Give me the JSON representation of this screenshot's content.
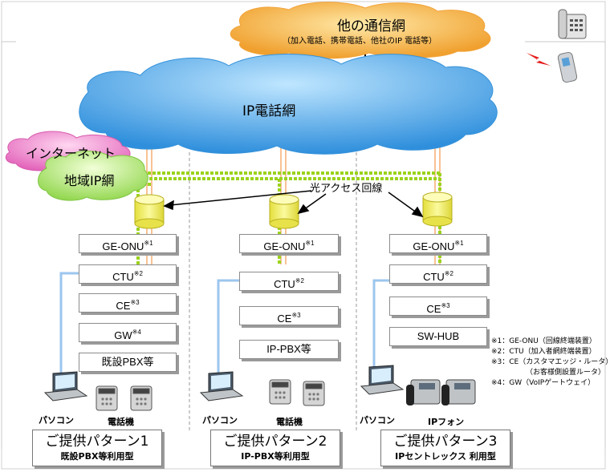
{
  "clouds": {
    "other_network_title": "他の通信網",
    "other_network_sub": "（加入電話、携帯電話、他社のIP 電話等）",
    "ip_phone_network": "IP電話網",
    "internet": "インターネット",
    "regional_ip": "地域IP網"
  },
  "optical_access_label": "光アクセス回線",
  "columns": [
    {
      "boxes": [
        {
          "text": "GE-ONU",
          "sup": "※1"
        },
        {
          "text": "CTU",
          "sup": "※2"
        },
        {
          "text": "CE",
          "sup": "※3"
        },
        {
          "text": "GW",
          "sup": "※4"
        },
        {
          "text": "既設PBX等",
          "sup": ""
        }
      ],
      "pc_label": "パソコン",
      "phone_label": "電話機",
      "pattern_title": "ご提供パターン1",
      "pattern_sub": "既設PBX等利用型"
    },
    {
      "boxes": [
        {
          "text": "GE-ONU",
          "sup": "※1"
        },
        {
          "text": "CTU",
          "sup": "※2"
        },
        {
          "text": "CE",
          "sup": "※3"
        },
        {
          "text": "IP-PBX等",
          "sup": ""
        }
      ],
      "pc_label": "パソコン",
      "phone_label": "電話機",
      "pattern_title": "ご提供パターン2",
      "pattern_sub": "IP-PBX等利用型"
    },
    {
      "boxes": [
        {
          "text": "GE-ONU",
          "sup": "※1"
        },
        {
          "text": "CTU",
          "sup": "※2"
        },
        {
          "text": "CE",
          "sup": "※3"
        },
        {
          "text": "SW-HUB",
          "sup": ""
        }
      ],
      "pc_label": "パソコン",
      "phone_label": "IPフォン",
      "pattern_title": "ご提供パターン3",
      "pattern_sub": "IPセントレックス 利用型"
    }
  ],
  "notes": [
    "※1：GE-ONU（回線終端装置）",
    "※2：CTU（加入者網終端装置）",
    "※3：CE（カスタマエッジ・ルータ）",
    "（お客様側設置ルータ）",
    "※4：GW（VoIPゲートウェイ）"
  ],
  "colors": {
    "cloud_orange": "#f7b24a",
    "cloud_blue": "#4aa8e8",
    "cloud_pink": "#ec72c4",
    "cloud_green": "#9ee35a",
    "fiber_green": "#9bd31c",
    "lan_blue": "#9cc6ee",
    "cylinder_yellow": "#f2f069"
  }
}
